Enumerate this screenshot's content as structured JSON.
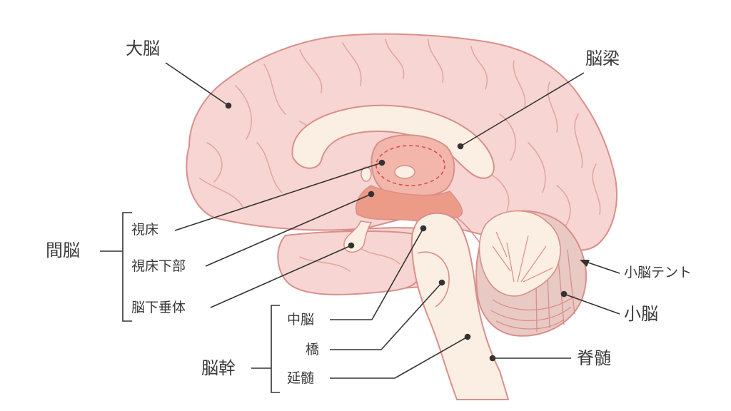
{
  "diagram": {
    "labels": {
      "cerebrum": "大脳",
      "corpus_callosum": "脳梁",
      "diencephalon": "間脳",
      "thalamus": "視床",
      "hypothalamus": "視床下部",
      "pituitary": "脳下垂体",
      "brainstem": "脳幹",
      "midbrain": "中脳",
      "pons": "橋",
      "medulla": "延髄",
      "tentorium": "小脳テント",
      "cerebellum": "小脳",
      "spinal_cord": "脊髄"
    },
    "colors": {
      "cerebrum_fill": "#f7d5d2",
      "outline": "#d98f8a",
      "inner_fill": "#fbeee3",
      "thalamus_fill": "#f2b7aa",
      "hypothalamus_fill": "#ec9b89",
      "dashed": "#d94b54",
      "cerebellum_fill": "#e9c9c4",
      "leader_line": "#333333",
      "text": "#3a3a3a"
    }
  }
}
